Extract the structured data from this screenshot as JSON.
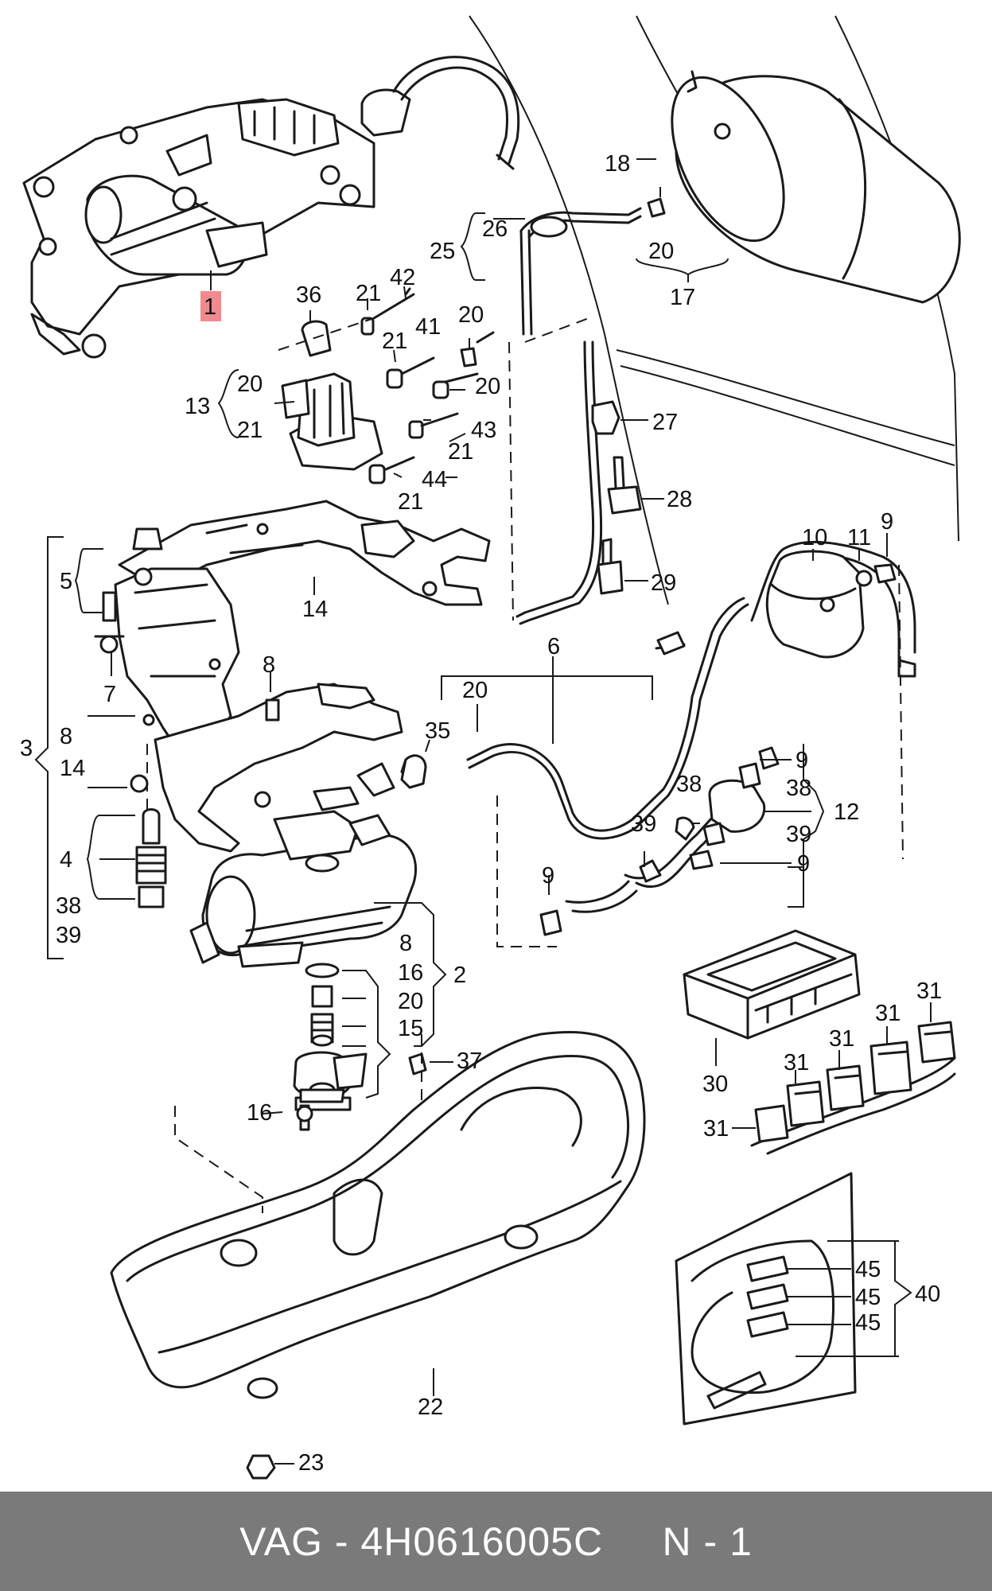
{
  "footer": {
    "text": "VAG - 4H0616005C     N - 1"
  },
  "highlight_color": "#f08a8f",
  "callouts": {
    "c1": "1",
    "c2": "2",
    "c3": "3",
    "c4": "4",
    "c5": "5",
    "c6": "6",
    "c7": "7",
    "c8a": "8",
    "c8b": "8",
    "c8c": "8",
    "c9a": "9",
    "c9b": "9",
    "c9c": "9",
    "c9d": "9",
    "c10": "10",
    "c11": "11",
    "c12": "12",
    "c13": "13",
    "c14a": "14",
    "c14b": "14",
    "c15": "15",
    "c16a": "16",
    "c16b": "16",
    "c17": "17",
    "c18": "18",
    "c20a": "20",
    "c20b": "20",
    "c20c": "20",
    "c20d": "20",
    "c20e": "20",
    "c20f": "20",
    "c21a": "21",
    "c21b": "21",
    "c21c": "21",
    "c21d": "21",
    "c21e": "21",
    "c22": "22",
    "c23": "23",
    "c25": "25",
    "c26": "26",
    "c27": "27",
    "c28": "28",
    "c29": "29",
    "c30": "30",
    "c31a": "31",
    "c31b": "31",
    "c31c": "31",
    "c31d": "31",
    "c31e": "31",
    "c35": "35",
    "c36": "36",
    "c37": "37",
    "c38a": "38",
    "c38b": "38",
    "c38c": "38",
    "c39a": "39",
    "c39b": "39",
    "c39c": "39",
    "c40": "40",
    "c41": "41",
    "c42": "42",
    "c43": "43",
    "c44": "44",
    "c45a": "45",
    "c45b": "45",
    "c45c": "45"
  }
}
